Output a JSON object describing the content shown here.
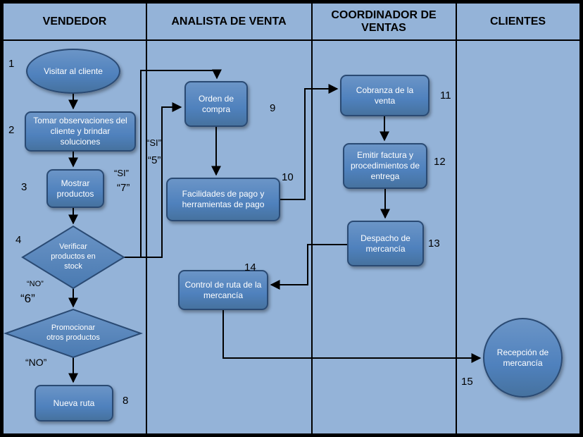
{
  "colors": {
    "background": "#94B3D8",
    "shape_fill": "#4F81BD",
    "shape_border": "#2A4A73",
    "line": "#000000"
  },
  "lanes": [
    {
      "title": "VENDEDOR"
    },
    {
      "title": "ANALISTA DE VENTA"
    },
    {
      "title": "COORDINADOR DE VENTAS"
    },
    {
      "title": "CLIENTES"
    }
  ],
  "nodes": {
    "visitar": {
      "num": "1",
      "label": "Visitar al cliente"
    },
    "tomar": {
      "num": "2",
      "label": "Tomar observaciones del cliente y brindar soluciones"
    },
    "mostrar": {
      "num": "3",
      "label": "Mostrar productos"
    },
    "verificar": {
      "num": "4",
      "label": "Verificar productos en stock"
    },
    "promocionar": {
      "num": "",
      "label": "Promocionar otros productos"
    },
    "nueva_ruta": {
      "num": "8",
      "label": "Nueva ruta"
    },
    "orden": {
      "num": "9",
      "label": "Orden de compra"
    },
    "facilidades": {
      "num": "10",
      "label": "Facilidades de pago y herramientas de pago"
    },
    "control": {
      "num": "14",
      "label": "Control de ruta de la mercancía"
    },
    "cobranza": {
      "num": "11",
      "label": "Cobranza de la venta"
    },
    "emitir": {
      "num": "12",
      "label": "Emitir factura y procedimientos de entrega"
    },
    "despacho": {
      "num": "13",
      "label": "Despacho de mercancía"
    },
    "recepcion": {
      "num": "15",
      "label": "Recepción de mercancía"
    }
  },
  "labels": {
    "si_7_si": "“SI”",
    "si_7_7": "“7”",
    "si_5_si": "“SI”",
    "si_5_5": "“5”",
    "no_6_no": "“NO”",
    "no_6_6": "“6”",
    "no_8": "“NO”"
  }
}
